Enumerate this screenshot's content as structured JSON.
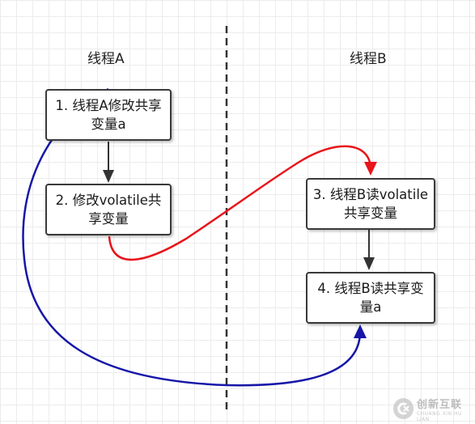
{
  "lanes": {
    "a_label": "线程A",
    "b_label": "线程B"
  },
  "nodes": [
    {
      "id": "n1",
      "text": "1. 线程A修改共享变量a"
    },
    {
      "id": "n2",
      "text": "2. 修改volatile共享变量"
    },
    {
      "id": "n3",
      "text": "3. 线程B读volatile共享变量"
    },
    {
      "id": "n4",
      "text": "4. 线程B读共享变量a"
    }
  ],
  "connectors": [
    {
      "from": "n1",
      "to": "n2",
      "style": "solid",
      "color": "#333333"
    },
    {
      "from": "n3",
      "to": "n4",
      "style": "solid",
      "color": "#333333"
    },
    {
      "from": "n2",
      "to": "n3",
      "style": "curve",
      "color": "#e8151b"
    },
    {
      "from": "n1",
      "to": "n4",
      "style": "curve",
      "color": "#1616a8"
    }
  ],
  "colors": {
    "divider": "#333333",
    "red_arrow": "#e8151b",
    "blue_arrow": "#1616a8",
    "node_border": "#3a3a3a"
  },
  "watermark": {
    "logo_icon": "cx-logo-icon",
    "text_cn": "创新互联",
    "text_en": "CHUANG XIN HU LIAN"
  }
}
